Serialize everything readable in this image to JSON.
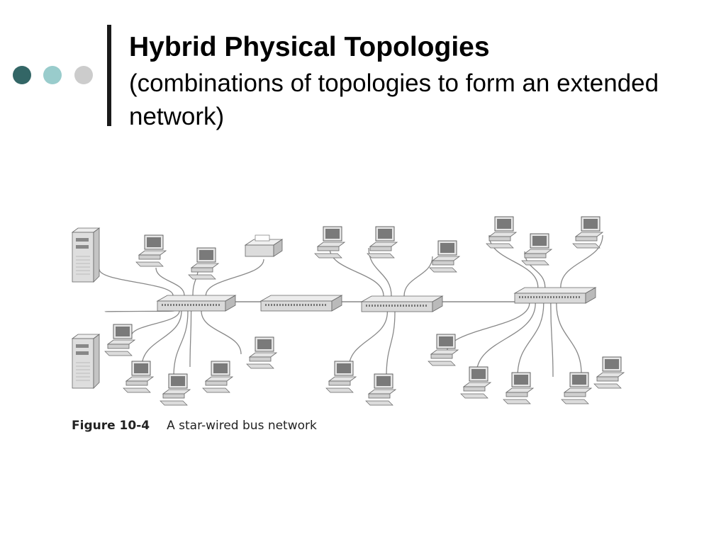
{
  "slide": {
    "title": "Hybrid Physical Topologies",
    "subtitle": "(combinations of topologies to form an extended network)",
    "dot_colors": [
      "#336666",
      "#99cccc",
      "#cccccc"
    ]
  },
  "figure": {
    "label": "Figure 10-4",
    "caption": "A star-wired bus network",
    "device_icons": [
      "server-icon",
      "workstation-icon",
      "printer-icon",
      "hub-icon"
    ],
    "line_color": "#888888"
  }
}
